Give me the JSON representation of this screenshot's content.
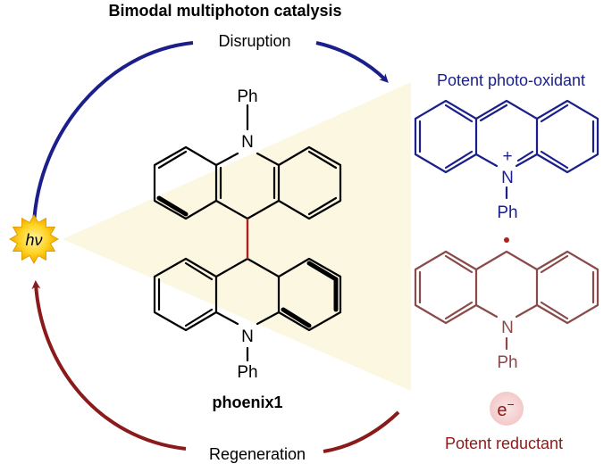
{
  "title": "Bimodal multiphoton catalysis",
  "cycle": {
    "top_label": "Disruption",
    "bottom_label": "Regeneration",
    "light_label": "hν"
  },
  "center": {
    "compound_name": "phoenix1",
    "atom_N_top": "N",
    "atom_Ph_top": "Ph",
    "atom_N_bottom": "N",
    "atom_Ph_bottom": "Ph"
  },
  "oxidant": {
    "label": "Potent photo-oxidant",
    "atom_N": "N",
    "charge": "+",
    "atom_Ph": "Ph"
  },
  "reductant_radical": {
    "atom_N": "N",
    "atom_Ph": "Ph"
  },
  "reductant": {
    "electron": "e",
    "electron_charge": "−",
    "label": "Potent reductant"
  },
  "colors": {
    "arrow_top": "#1a1f8c",
    "arrow_bottom": "#8b1a1a",
    "oxidant": "#1a1f8c",
    "radical": "#8a4a4a",
    "beam": "#fbf6dc",
    "sun_core": "#ffd21f",
    "electron_circle": "#f7d6d6"
  }
}
